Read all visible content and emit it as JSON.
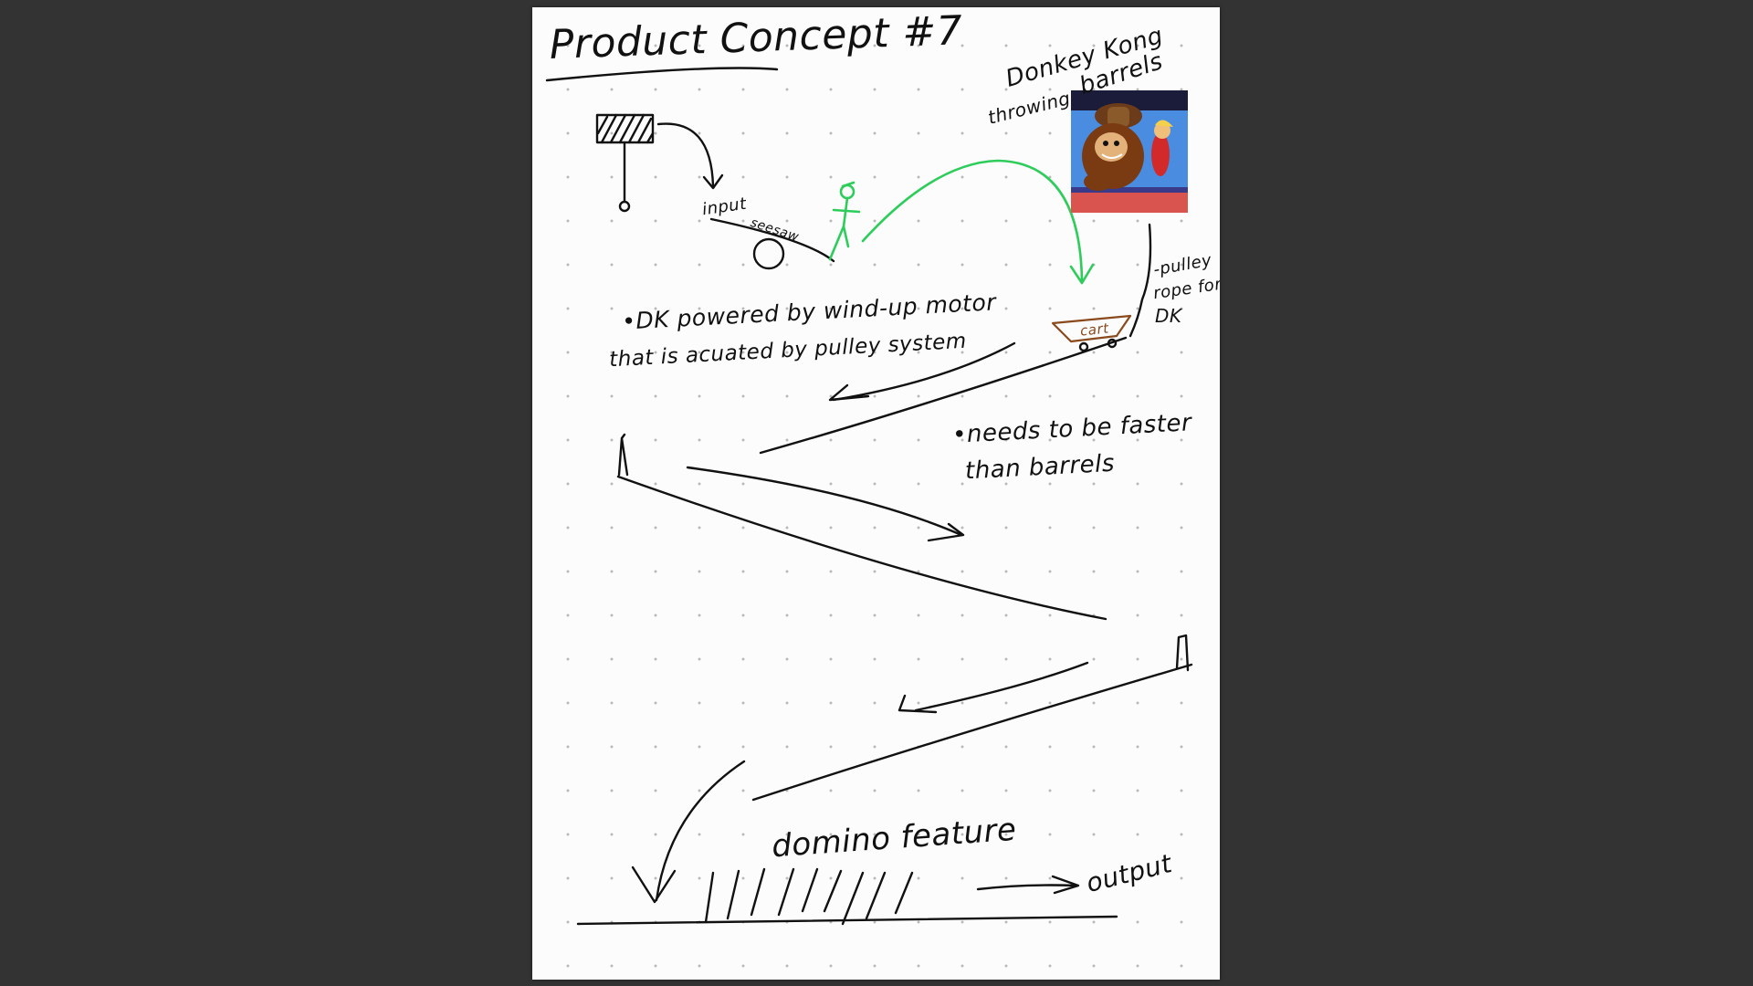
{
  "page": {
    "title": "Product Concept #7",
    "labels": {
      "input": "input",
      "seesaw": "seesaw",
      "cart": "cart",
      "pulley_line1": "-pulley",
      "pulley_line2": "rope for",
      "pulley_line3": "DK",
      "dk_line1": "Donkey Kong",
      "dk_line2": "throwing",
      "dk_line3": "barrels",
      "output": "output"
    },
    "notes": {
      "motor_line1": "•DK powered by wind-up motor",
      "motor_line2": "that is acuated by pulley system",
      "speed_line1": "•needs to be faster",
      "speed_line2": "than barrels",
      "domino": "domino feature"
    }
  },
  "colors": {
    "background": "#333333",
    "paper": "#fcfcfc",
    "ink": "#111111",
    "figure_green": "#2ecc5a",
    "cart_brown": "#8a4a1c"
  }
}
